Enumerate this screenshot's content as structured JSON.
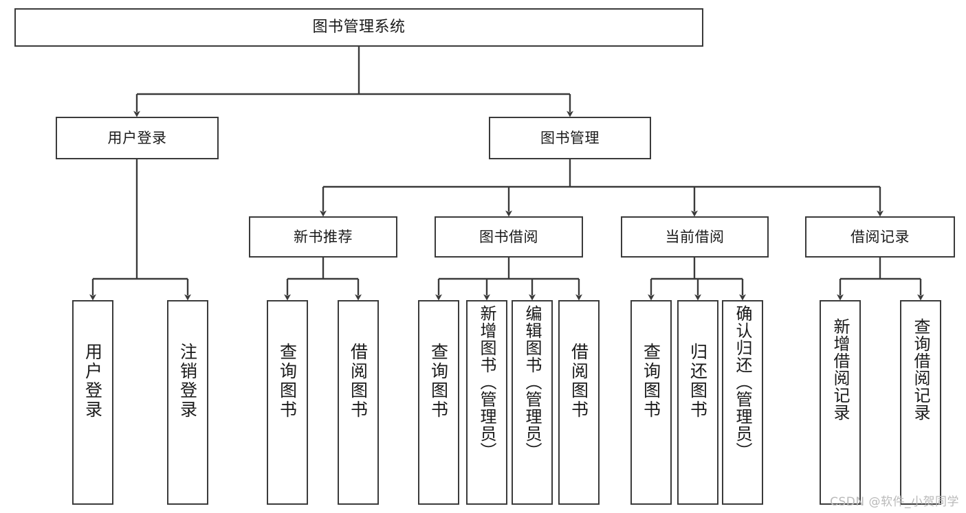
{
  "diagram": {
    "title": "图书管理系统",
    "type": "tree-hierarchy-chart",
    "orientation": "top-down",
    "line_color": "#3a3a3a",
    "box_fill": "#ffffff",
    "box_border": "#3a3a3a",
    "text_color": "#1a1a1a"
  },
  "nodes": {
    "root": {
      "label": "图书管理系统",
      "level": 0
    },
    "level1": [
      {
        "id": "user-login",
        "label": "用户登录"
      },
      {
        "id": "book-manage",
        "label": "图书管理"
      }
    ],
    "level2": [
      {
        "id": "new-book-recommend",
        "label": "新书推荐"
      },
      {
        "id": "book-borrow",
        "label": "图书借阅"
      },
      {
        "id": "current-borrow",
        "label": "当前借阅"
      },
      {
        "id": "borrow-record",
        "label": "借阅记录"
      }
    ],
    "leaves": {
      "user_login": [
        {
          "id": "leaf-user-login",
          "label": "用户登录"
        },
        {
          "id": "leaf-logout-login",
          "label": "注销登录"
        }
      ],
      "new_book_recommend": [
        {
          "id": "leaf-query-book-1",
          "label": "查询图书"
        },
        {
          "id": "leaf-borrow-book-1",
          "label": "借阅图书"
        }
      ],
      "book_borrow": [
        {
          "id": "leaf-query-book-2",
          "label": "查询图书"
        },
        {
          "id": "leaf-add-book-admin",
          "label": "新增图书（管理员）"
        },
        {
          "id": "leaf-edit-book-admin",
          "label": "编辑图书（管理员）"
        },
        {
          "id": "leaf-borrow-book-2",
          "label": "借阅图书"
        }
      ],
      "current_borrow": [
        {
          "id": "leaf-query-book-3",
          "label": "查询图书"
        },
        {
          "id": "leaf-return-book",
          "label": "归还图书"
        },
        {
          "id": "leaf-confirm-return-admin",
          "label": "确认归还（管理员）"
        }
      ],
      "borrow_record": [
        {
          "id": "leaf-add-borrow-record",
          "label": "新增借阅记录"
        },
        {
          "id": "leaf-query-borrow-record",
          "label": "查询借阅记录"
        }
      ]
    }
  },
  "watermark": {
    "text": "CSDN @软件_小贺同学"
  }
}
